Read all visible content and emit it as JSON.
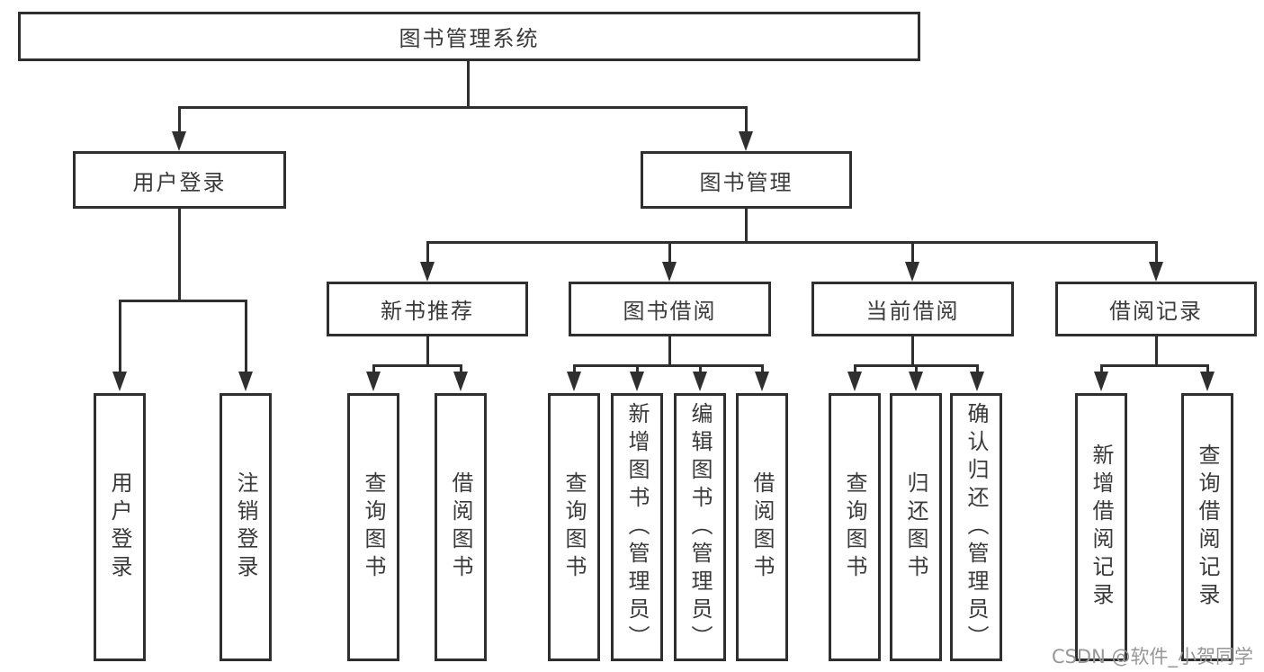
{
  "diagram": {
    "title_node": {
      "label": "图书管理系统"
    },
    "level2": [
      {
        "label": "用户登录"
      },
      {
        "label": "图书管理"
      }
    ],
    "level3": [
      {
        "label": "新书推荐"
      },
      {
        "label": "图书借阅"
      },
      {
        "label": "当前借阅"
      },
      {
        "label": "借阅记录"
      }
    ],
    "leaves": {
      "user_login": [
        "用户登录",
        "注销登录"
      ],
      "new_book": [
        "查询图书",
        "借阅图书"
      ],
      "book_borrow": [
        "查询图书",
        "新增图书（管理员）",
        "编辑图书（管理员）",
        "借阅图书"
      ],
      "current_borrow": [
        "查询图书",
        "归还图书",
        "确认归还（管理员）"
      ],
      "borrow_record": [
        "新增借阅记录",
        "查询借阅记录"
      ]
    },
    "colors": {
      "line": "#2f2f2f",
      "text": "#3a3a3a",
      "box_background": "#ffffff",
      "watermark": "#969696"
    }
  },
  "watermark": {
    "text": "CSDN @软件_小贺同学"
  }
}
